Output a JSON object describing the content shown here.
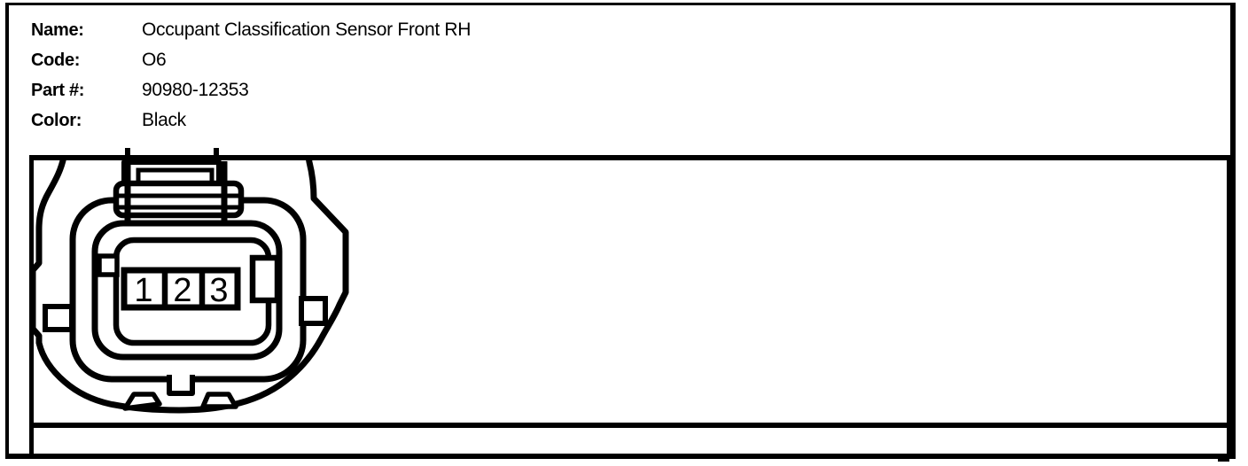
{
  "header": {
    "fields": [
      {
        "label": "Name:",
        "value": "Occupant Classification Sensor Front RH"
      },
      {
        "label": "Code:",
        "value": "O6"
      },
      {
        "label": "Part #:",
        "value": "90980-12353"
      },
      {
        "label": "Color:",
        "value": "Black"
      }
    ]
  },
  "diagram": {
    "kind": "connector-face-front-view",
    "pins": [
      "1",
      "2",
      "3"
    ],
    "pin_count": 3
  },
  "colors": {
    "ink": "#000000",
    "paper": "#ffffff"
  }
}
